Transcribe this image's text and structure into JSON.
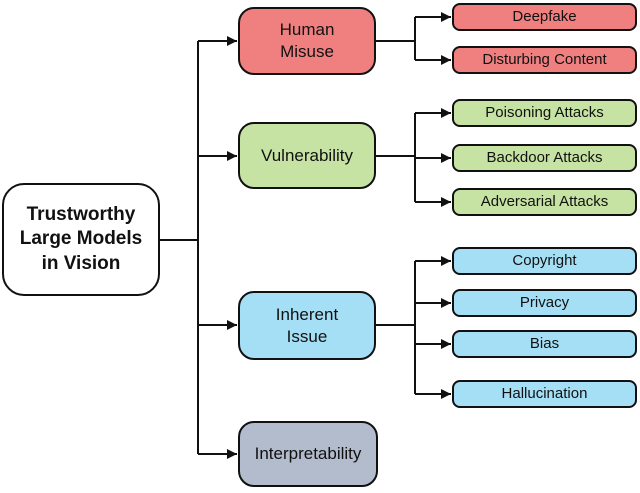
{
  "diagram": {
    "title": "Trustworthy Large Models in Vision taxonomy",
    "line_color": "#111111",
    "root": {
      "label": "Trustworthy\nLarge Models\nin Vision",
      "color": "#FFFFFF"
    },
    "branches": [
      {
        "label": "Human\nMisuse",
        "color": "#F08080",
        "children": [
          {
            "label": "Deepfake"
          },
          {
            "label": "Disturbing Content"
          }
        ]
      },
      {
        "label": "Vulnerability",
        "color": "#C6E3A4",
        "children": [
          {
            "label": "Poisoning Attacks"
          },
          {
            "label": "Backdoor Attacks"
          },
          {
            "label": "Adversarial Attacks"
          }
        ]
      },
      {
        "label": "Inherent\nIssue",
        "color": "#A5DFF6",
        "children": [
          {
            "label": "Copyright"
          },
          {
            "label": "Privacy"
          },
          {
            "label": "Bias"
          },
          {
            "label": "Hallucination"
          }
        ]
      },
      {
        "label": "Interpretability",
        "color": "#B2BCCC",
        "children": []
      }
    ]
  }
}
